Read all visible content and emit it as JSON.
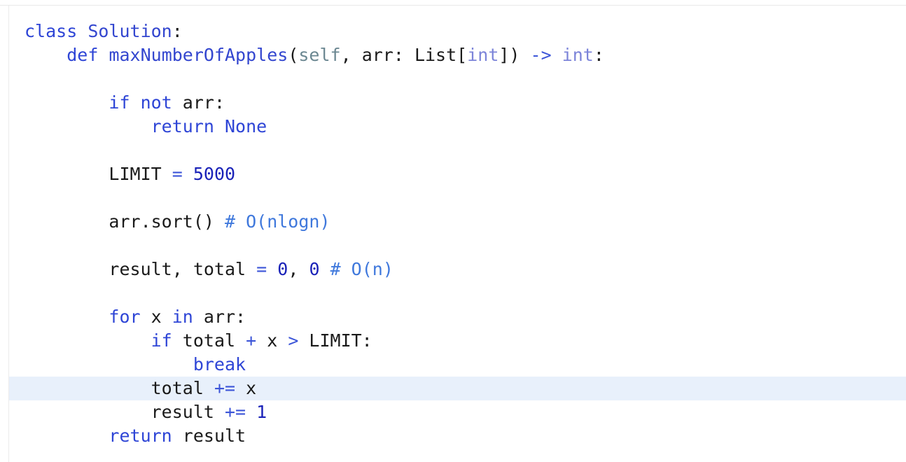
{
  "code": {
    "lines": [
      [
        {
          "t": "class",
          "c": "kw"
        },
        {
          "t": " "
        },
        {
          "t": "Solution",
          "c": "fn"
        },
        {
          "t": ":"
        }
      ],
      [
        {
          "t": "    "
        },
        {
          "t": "def",
          "c": "kw"
        },
        {
          "t": " "
        },
        {
          "t": "maxNumberOfApples",
          "c": "fn"
        },
        {
          "t": "("
        },
        {
          "t": "self",
          "c": "self"
        },
        {
          "t": ", arr: List["
        },
        {
          "t": "int",
          "c": "builtin"
        },
        {
          "t": "]) "
        },
        {
          "t": "->",
          "c": "op"
        },
        {
          "t": " "
        },
        {
          "t": "int",
          "c": "builtin"
        },
        {
          "t": ":"
        }
      ],
      [],
      [
        {
          "t": "        "
        },
        {
          "t": "if",
          "c": "kw"
        },
        {
          "t": " "
        },
        {
          "t": "not",
          "c": "kw"
        },
        {
          "t": " arr:"
        }
      ],
      [
        {
          "t": "            "
        },
        {
          "t": "return",
          "c": "kw"
        },
        {
          "t": " "
        },
        {
          "t": "None",
          "c": "kw"
        }
      ],
      [],
      [
        {
          "t": "        LIMIT "
        },
        {
          "t": "=",
          "c": "op"
        },
        {
          "t": " "
        },
        {
          "t": "5000",
          "c": "num"
        }
      ],
      [],
      [
        {
          "t": "        arr.sort() "
        },
        {
          "t": "# O(nlogn)",
          "c": "com"
        }
      ],
      [],
      [
        {
          "t": "        result, total "
        },
        {
          "t": "=",
          "c": "op"
        },
        {
          "t": " "
        },
        {
          "t": "0",
          "c": "num"
        },
        {
          "t": ", "
        },
        {
          "t": "0",
          "c": "num"
        },
        {
          "t": " "
        },
        {
          "t": "# O(n)",
          "c": "com"
        }
      ],
      [],
      [
        {
          "t": "        "
        },
        {
          "t": "for",
          "c": "kw"
        },
        {
          "t": " x "
        },
        {
          "t": "in",
          "c": "kw"
        },
        {
          "t": " arr:"
        }
      ],
      [
        {
          "t": "            "
        },
        {
          "t": "if",
          "c": "kw"
        },
        {
          "t": " total "
        },
        {
          "t": "+",
          "c": "op"
        },
        {
          "t": " x "
        },
        {
          "t": ">",
          "c": "op"
        },
        {
          "t": " LIMIT:"
        }
      ],
      [
        {
          "t": "                "
        },
        {
          "t": "break",
          "c": "kw"
        }
      ],
      [
        {
          "t": "            total "
        },
        {
          "t": "+=",
          "c": "op"
        },
        {
          "t": " x"
        }
      ],
      [
        {
          "t": "            result "
        },
        {
          "t": "+=",
          "c": "op"
        },
        {
          "t": " "
        },
        {
          "t": "1",
          "c": "num"
        }
      ],
      [
        {
          "t": "        "
        },
        {
          "t": "return",
          "c": "kw"
        },
        {
          "t": " result"
        }
      ]
    ],
    "active_line": 15
  }
}
